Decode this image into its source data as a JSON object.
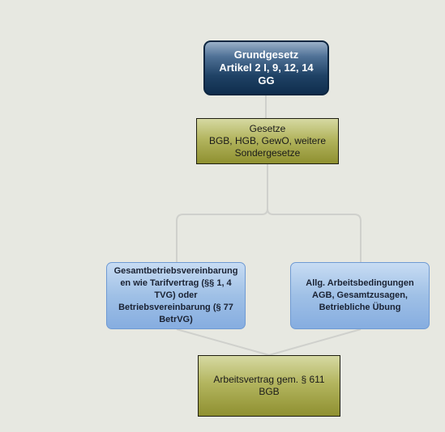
{
  "nodes": {
    "grundgesetz": "Grundgesetz\nArtikel 2 I, 9, 12, 14\nGG",
    "gesetze": "Gesetze\nBGB, HGB, GewO, weitere\nSondergesetze",
    "betriebsvereinbarung": "Gesamtbetriebsvereinbarung\nen wie Tarifvertrag (§§ 1, 4\nTVG) oder\nBetriebsvereinbarung (§ 77\nBetrVG)",
    "arbeitsbedingungen": "Allg. Arbeitsbedingungen\nAGB, Gesamtzusagen,\nBetriebliche Übung",
    "arbeitsvertrag": "Arbeitsvertrag gem. § 611\nBGB"
  },
  "colors": {
    "background": "#e7e8e1",
    "connector": "#cfd0cc",
    "navy": "#1f4265",
    "olive": "#b3b55f",
    "blue": "#9fc0e6"
  }
}
